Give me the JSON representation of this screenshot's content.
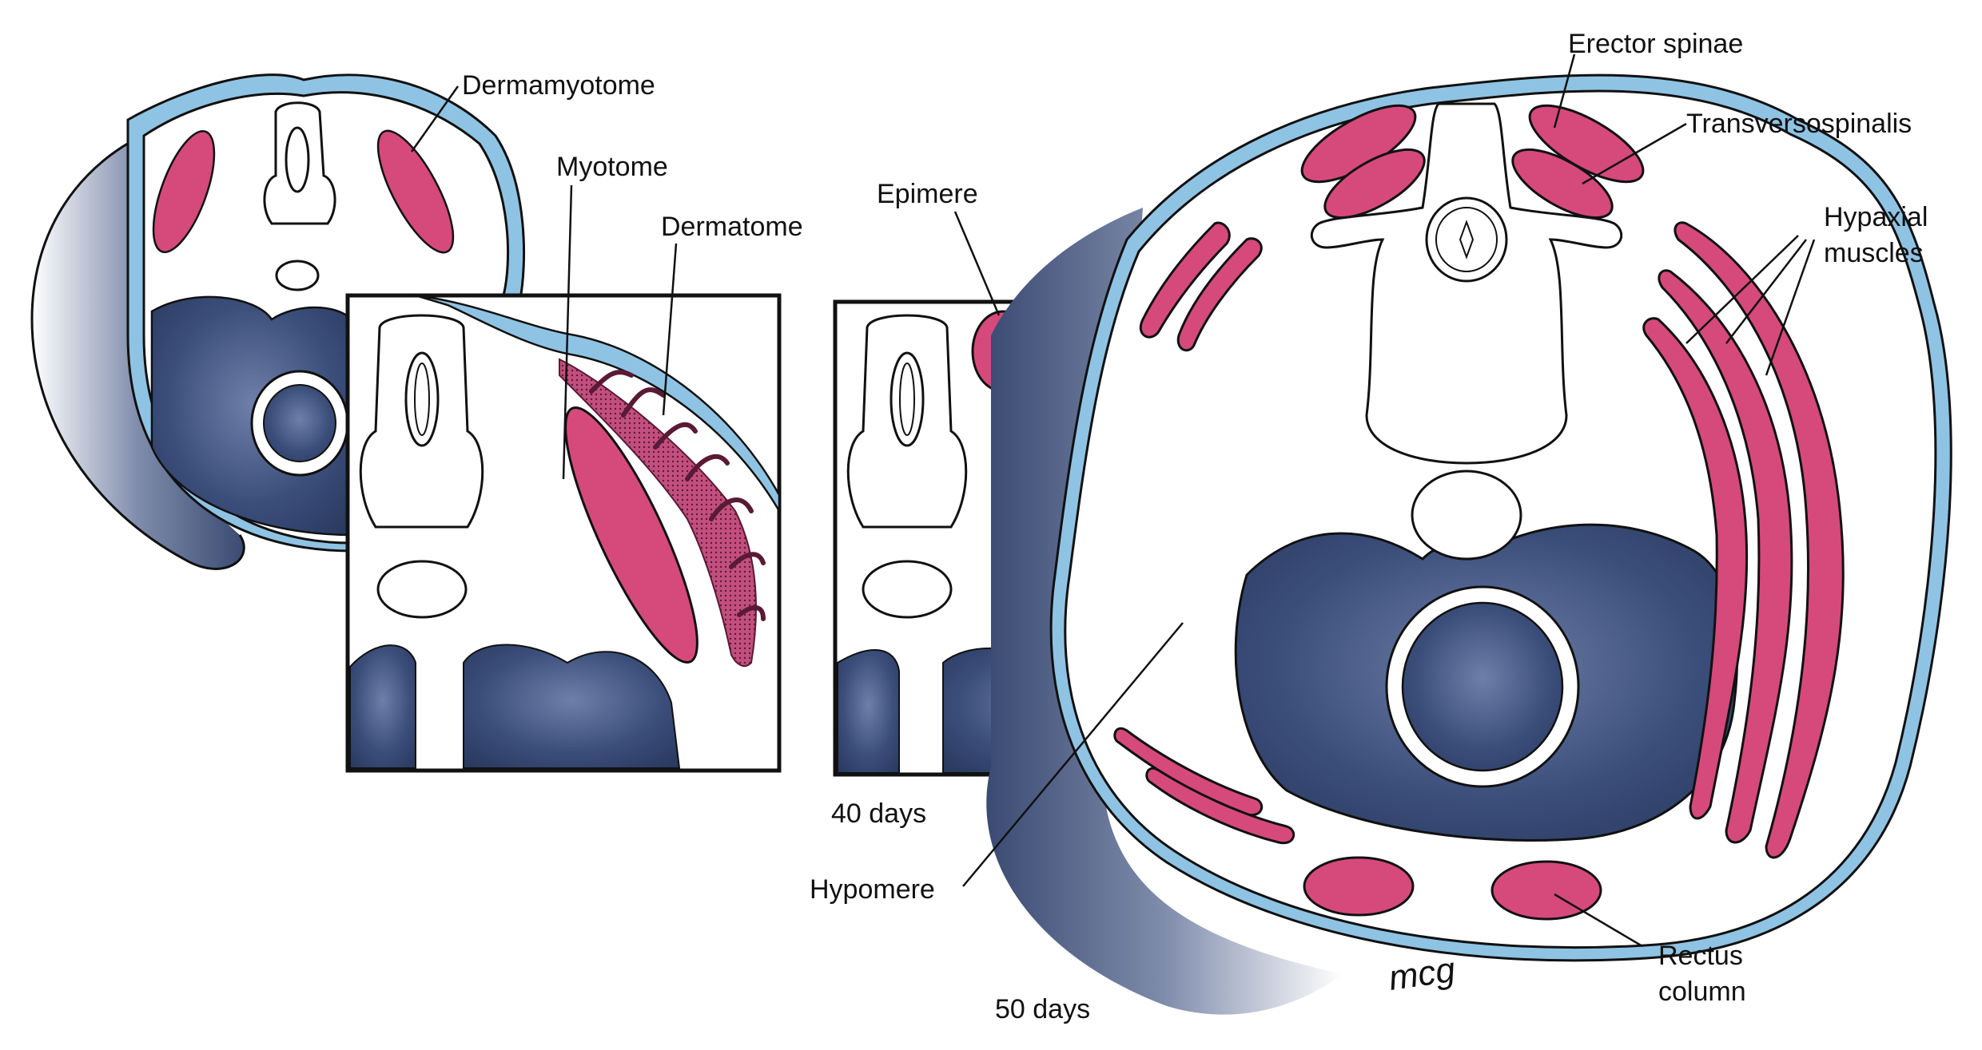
{
  "labels": {
    "dermamyotome": "Dermamyotome",
    "myotome": "Myotome",
    "dermatome": "Dermatome",
    "epimere": "Epimere",
    "hypomere": "Hypomere",
    "erector_spinae": "Erector spinae",
    "transversospinalis": "Transversospinalis",
    "hypaxial_line1": "Hypaxial",
    "hypaxial_line2": "muscles",
    "rectus_line1": "Rectus",
    "rectus_line2": "column",
    "days_40": "40 days",
    "days_50": "50 days",
    "signature": "mcg"
  },
  "colors": {
    "muscle": "#d6497b",
    "skin": "#8fc3e3",
    "viscera": "#3b4e7a",
    "outline": "#111111"
  }
}
